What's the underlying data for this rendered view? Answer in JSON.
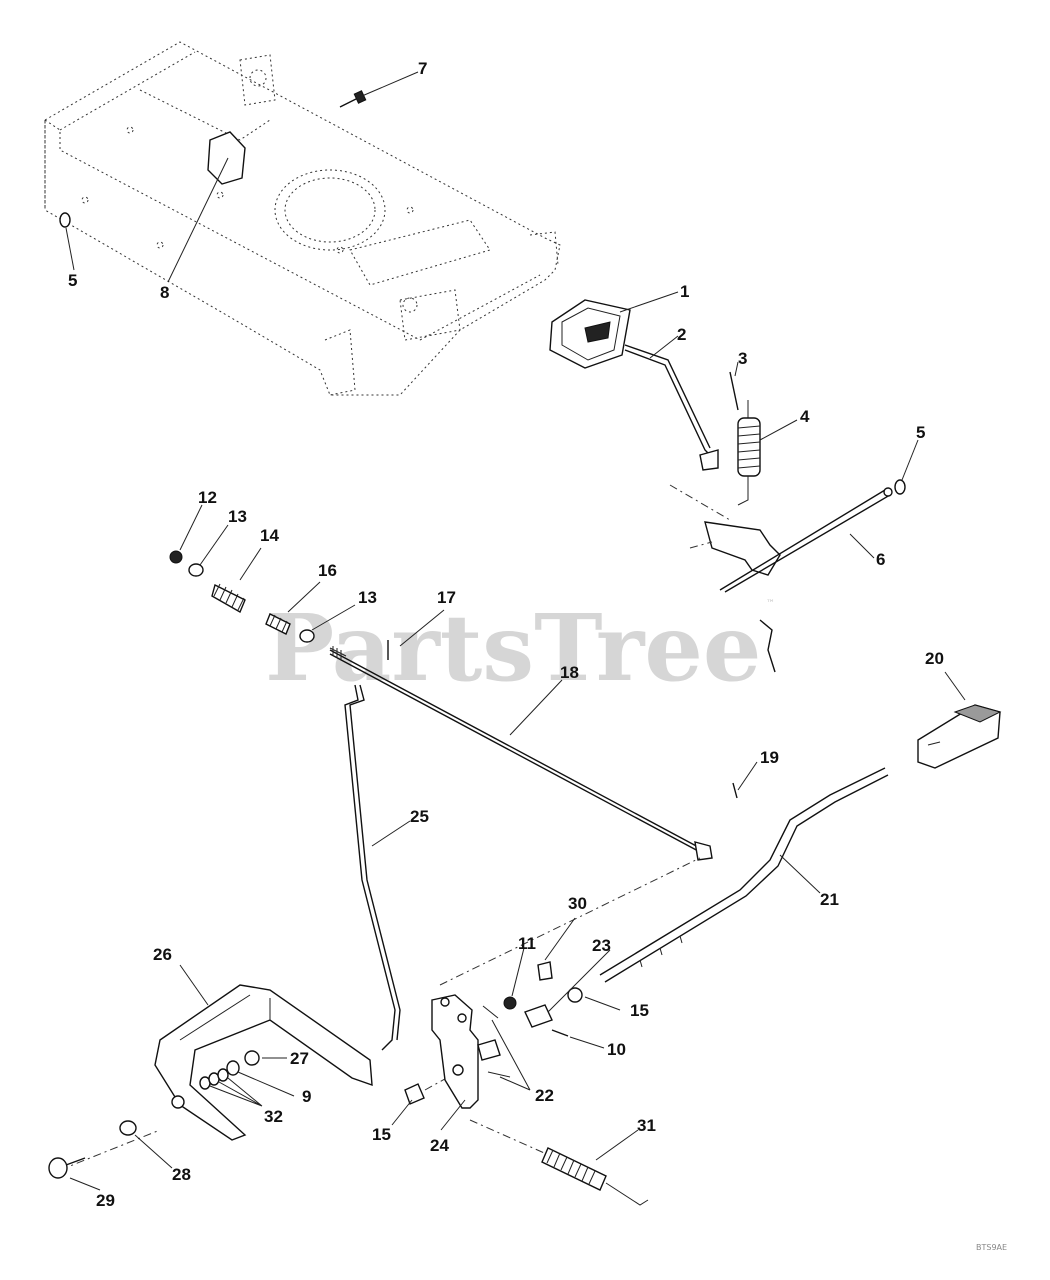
{
  "watermark": {
    "text": "PartsTree",
    "trademark": "™"
  },
  "drawing_code": "BTS9AE",
  "callouts": [
    {
      "id": "c1",
      "label": "1"
    },
    {
      "id": "c2",
      "label": "2"
    },
    {
      "id": "c3",
      "label": "3"
    },
    {
      "id": "c4",
      "label": "4"
    },
    {
      "id": "c5a",
      "label": "5"
    },
    {
      "id": "c5b",
      "label": "5"
    },
    {
      "id": "c6",
      "label": "6"
    },
    {
      "id": "c7",
      "label": "7"
    },
    {
      "id": "c8",
      "label": "8"
    },
    {
      "id": "c9",
      "label": "9"
    },
    {
      "id": "c10",
      "label": "10"
    },
    {
      "id": "c11",
      "label": "11"
    },
    {
      "id": "c12",
      "label": "12"
    },
    {
      "id": "c13a",
      "label": "13"
    },
    {
      "id": "c13b",
      "label": "13"
    },
    {
      "id": "c14",
      "label": "14"
    },
    {
      "id": "c15a",
      "label": "15"
    },
    {
      "id": "c15b",
      "label": "15"
    },
    {
      "id": "c16",
      "label": "16"
    },
    {
      "id": "c17",
      "label": "17"
    },
    {
      "id": "c18",
      "label": "18"
    },
    {
      "id": "c19",
      "label": "19"
    },
    {
      "id": "c20",
      "label": "20"
    },
    {
      "id": "c21",
      "label": "21"
    },
    {
      "id": "c22",
      "label": "22"
    },
    {
      "id": "c23",
      "label": "23"
    },
    {
      "id": "c24",
      "label": "24"
    },
    {
      "id": "c25",
      "label": "25"
    },
    {
      "id": "c26",
      "label": "26"
    },
    {
      "id": "c27",
      "label": "27"
    },
    {
      "id": "c28",
      "label": "28"
    },
    {
      "id": "c29",
      "label": "29"
    },
    {
      "id": "c30",
      "label": "30"
    },
    {
      "id": "c31",
      "label": "31"
    },
    {
      "id": "c32",
      "label": "32"
    }
  ]
}
